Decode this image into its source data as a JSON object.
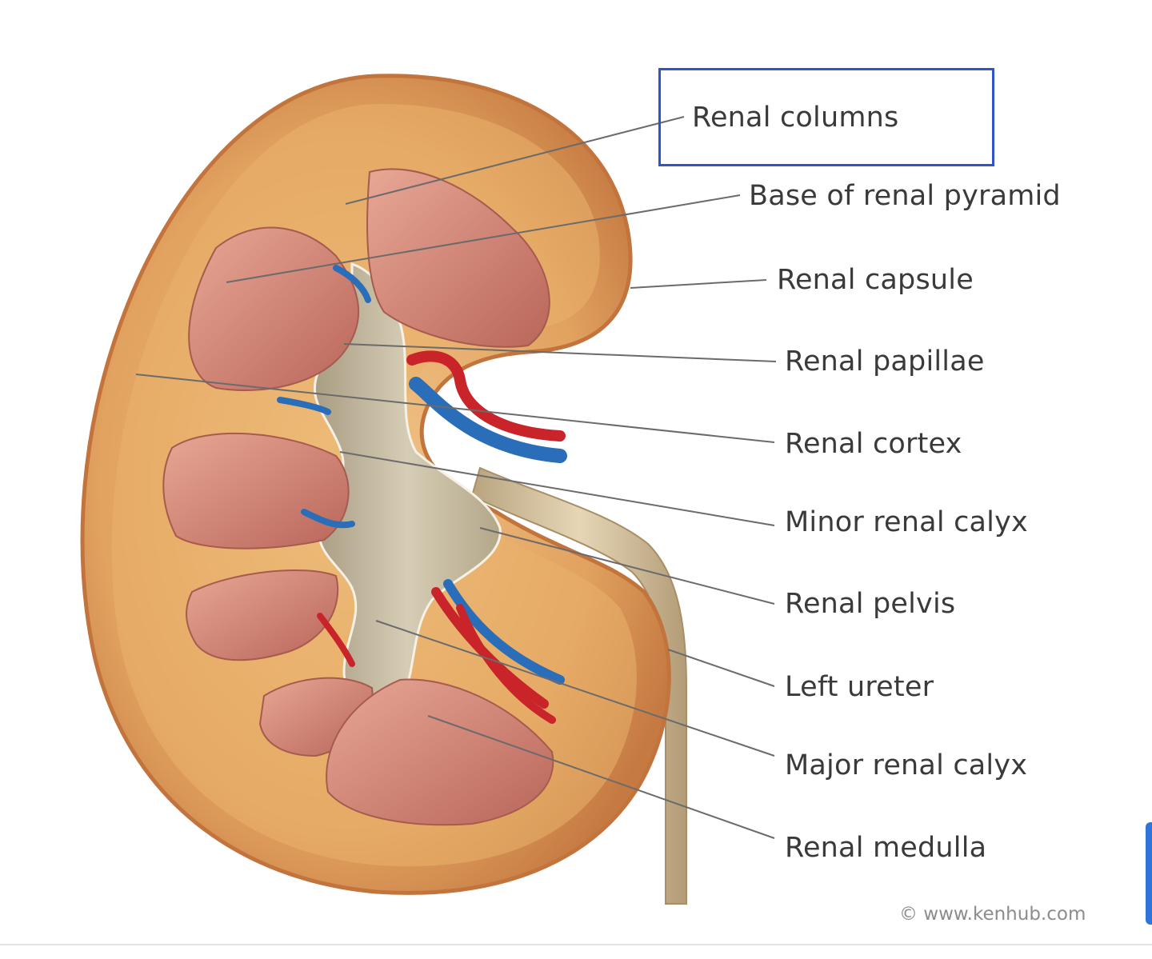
{
  "labels": {
    "renal_columns": "Renal columns",
    "base_of_renal_pyramid": "Base of renal pyramid",
    "renal_capsule": "Renal capsule",
    "renal_papillae": "Renal papillae",
    "renal_cortex": "Renal cortex",
    "minor_renal_calyx": "Minor renal calyx",
    "renal_pelvis": "Renal pelvis",
    "left_ureter": "Left ureter",
    "major_renal_calyx": "Major renal calyx",
    "renal_medulla": "Renal medulla"
  },
  "credit": "© www.kenhub.com",
  "colors": {
    "cortex": "#d9944f",
    "cortex_light": "#eab26c",
    "capsule_edge": "#c97a45",
    "pyramid": "#c9776a",
    "pyramid_light": "#e5a08f",
    "pyramid_stripe": "#b56357",
    "sinus": "#c9bfa8",
    "sinus_dark": "#9c8f76",
    "ureter": "#d8c4a2",
    "artery": "#c8242a",
    "vein": "#2a6db8",
    "leader_line": "#6b6b6b",
    "highlight": "#2f56c9"
  }
}
